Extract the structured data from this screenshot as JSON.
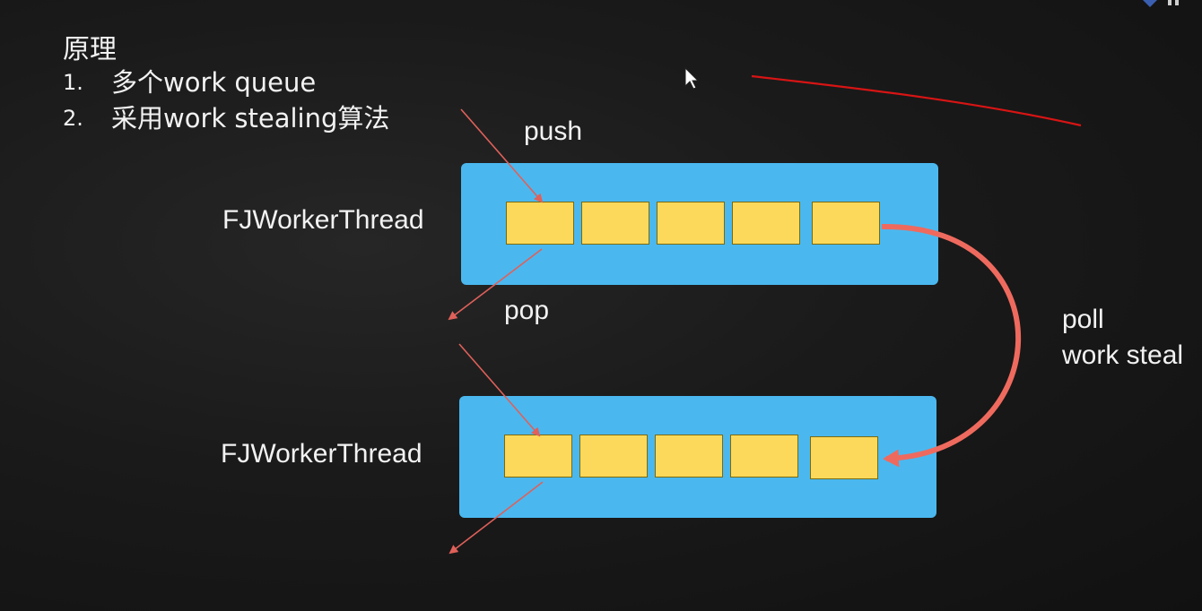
{
  "slide": {
    "title": "原理",
    "points": [
      {
        "num": "1.",
        "text": "多个work queue"
      },
      {
        "num": "2.",
        "text": "采用work stealing算法"
      }
    ]
  },
  "diagram": {
    "threads": [
      {
        "label": "FJWorkerThread"
      },
      {
        "label": "FJWorkerThread"
      }
    ],
    "ops": {
      "push": "push",
      "pop": "pop",
      "poll": "poll",
      "steal": "work steal"
    },
    "slots_per_queue": 5
  },
  "colors": {
    "background": "#161616",
    "queue_fill": "#4ab8ef",
    "slot_fill": "#fcd95a",
    "arrow": "#e0605a",
    "steal_arrow": "#ef6a5e",
    "pen_line": "#d81414",
    "text": "#f2f2f2"
  }
}
